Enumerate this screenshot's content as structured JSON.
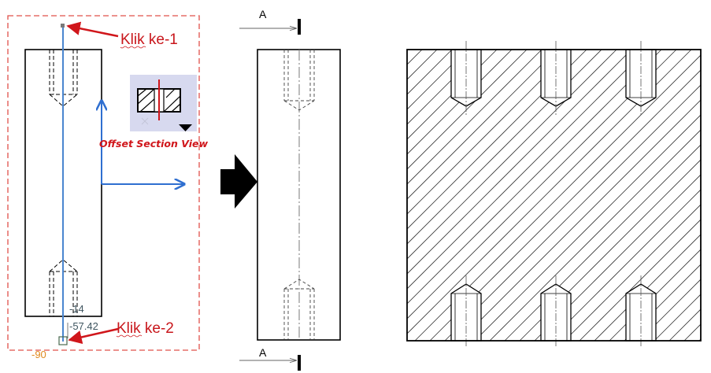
{
  "annotations": {
    "click_1": "Klik ke-1",
    "click_2": "Klik ke-2",
    "tool_caption": "Offset Section View"
  },
  "dimensions": {
    "dim_a": "-14",
    "dim_b": "-57.42",
    "dim_c": "-90"
  },
  "section": {
    "label_top": "A",
    "label_bottom": "A"
  },
  "icons": {
    "toolbar_button": "offset-section-view-icon",
    "process_arrow": "right-arrow-icon"
  },
  "colors": {
    "annotation_red": "#c8161b",
    "frame_red": "#e0504a",
    "cut_line_blue": "#4a86d0",
    "dimension_orange": "#e08a1e",
    "dimension_gray": "#3f5560"
  }
}
